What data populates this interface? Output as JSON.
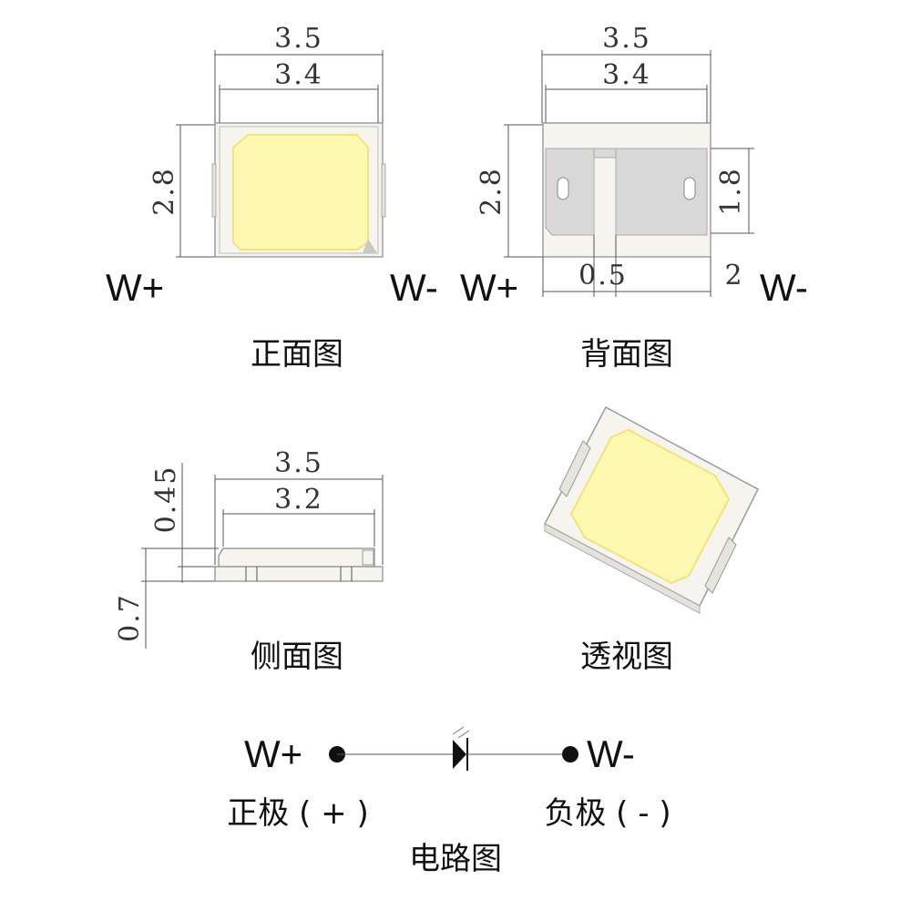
{
  "views": {
    "front": {
      "title": "正面图",
      "width_outer": "3.5",
      "width_inner": "3.4",
      "height": "2.8",
      "label_left": "W+",
      "label_right": "W-"
    },
    "back": {
      "title": "背面图",
      "width_outer": "3.5",
      "width_inner": "3.4",
      "height": "2.8",
      "pad_height": "1.8",
      "gap": "0.5",
      "pad_offset": "2",
      "label_left": "W+",
      "label_right": "W-"
    },
    "side": {
      "title": "侧面图",
      "width_outer": "3.5",
      "width_inner": "3.2",
      "height_top": "0.45",
      "height_total": "0.7"
    },
    "perspective": {
      "title": "透视图"
    }
  },
  "circuit": {
    "title": "电路图",
    "anode_label": "W+",
    "cathode_label": "W-",
    "anode_text": "正极 ( + )",
    "cathode_text": "负极 ( - )"
  },
  "colors": {
    "emitter": "#FFF8B0",
    "emitter_edge": "#FDF07A",
    "body": "#F6F4EE",
    "pad": "#D8D8D8",
    "line": "#555555"
  }
}
